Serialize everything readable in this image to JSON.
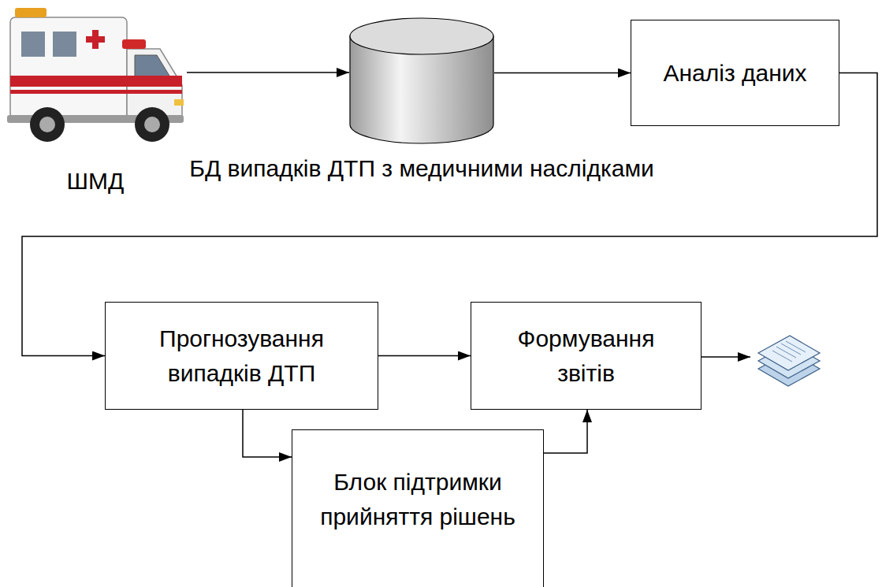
{
  "diagram": {
    "nodes": [
      {
        "text": [
          "ШМД"
        ]
      },
      {
        "text": [
          "БД випадків ДТП з медичними наслідками"
        ]
      },
      {
        "text": [
          "Аналіз даних"
        ]
      },
      {
        "text": [
          "Прогнозування випадків ДТП"
        ]
      },
      {
        "text": [
          "Формування звітів"
        ]
      },
      {
        "text": [
          "Блок підтримки прийняття рішень"
        ]
      }
    ],
    "edges": [
      {
        "from": 0,
        "to": 1,
        "arrow": "to"
      },
      {
        "from": 1,
        "to": 2,
        "arrow": "to"
      },
      {
        "from": 2,
        "to": 3,
        "arrow": "to"
      },
      {
        "from": 3,
        "to": 4,
        "arrow": "to"
      },
      {
        "from": 3,
        "to": 5,
        "arrow": "to"
      },
      {
        "from": 5,
        "to": 4,
        "arrow": "to"
      }
    ]
  }
}
